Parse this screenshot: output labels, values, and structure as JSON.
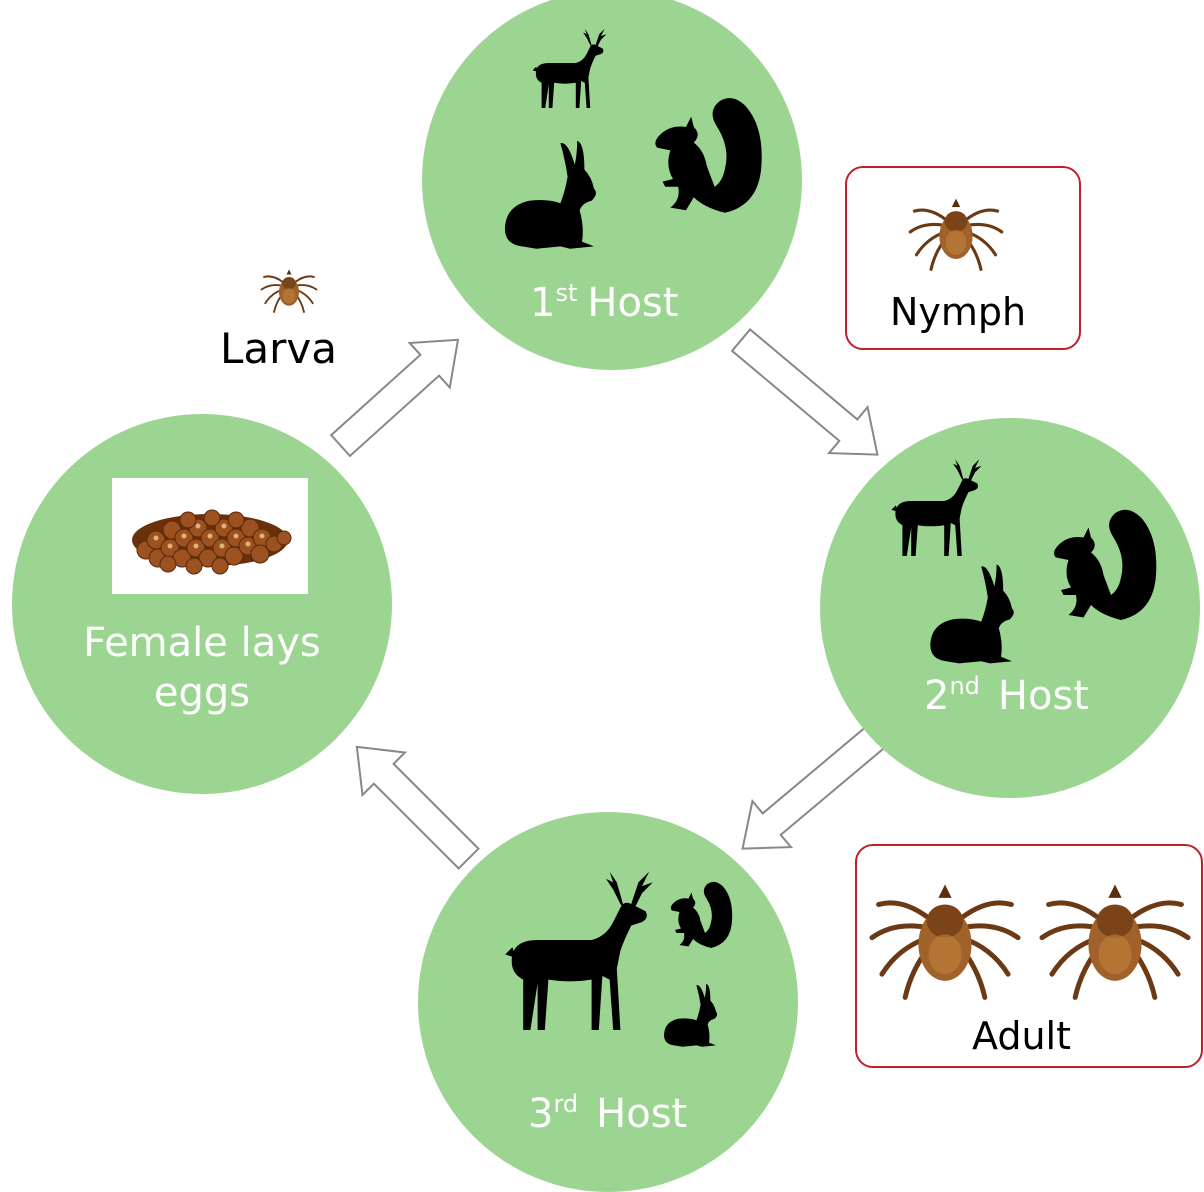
{
  "colors": {
    "circle_fill": "#9cd591",
    "box_border": "#c0202a",
    "silhouette": "#000000",
    "tick_brown": "#a0622a",
    "egg_brown": "#8a4516",
    "arrow_stroke": "#888888"
  },
  "stages": {
    "first_host": {
      "number": "1",
      "superscript": "st",
      "word": "Host"
    },
    "second_host": {
      "number": "2",
      "superscript": "nd",
      "word": "Host"
    },
    "third_host": {
      "number": "3",
      "superscript": "rd",
      "word": "Host"
    },
    "female": {
      "line1": "Female lays",
      "line2": "eggs"
    }
  },
  "labels": {
    "larva": "Larva",
    "nymph": "Nymph",
    "adult": "Adult"
  },
  "icons": [
    "deer-icon",
    "rabbit-icon",
    "squirrel-icon",
    "tick-icon",
    "eggs-icon"
  ]
}
